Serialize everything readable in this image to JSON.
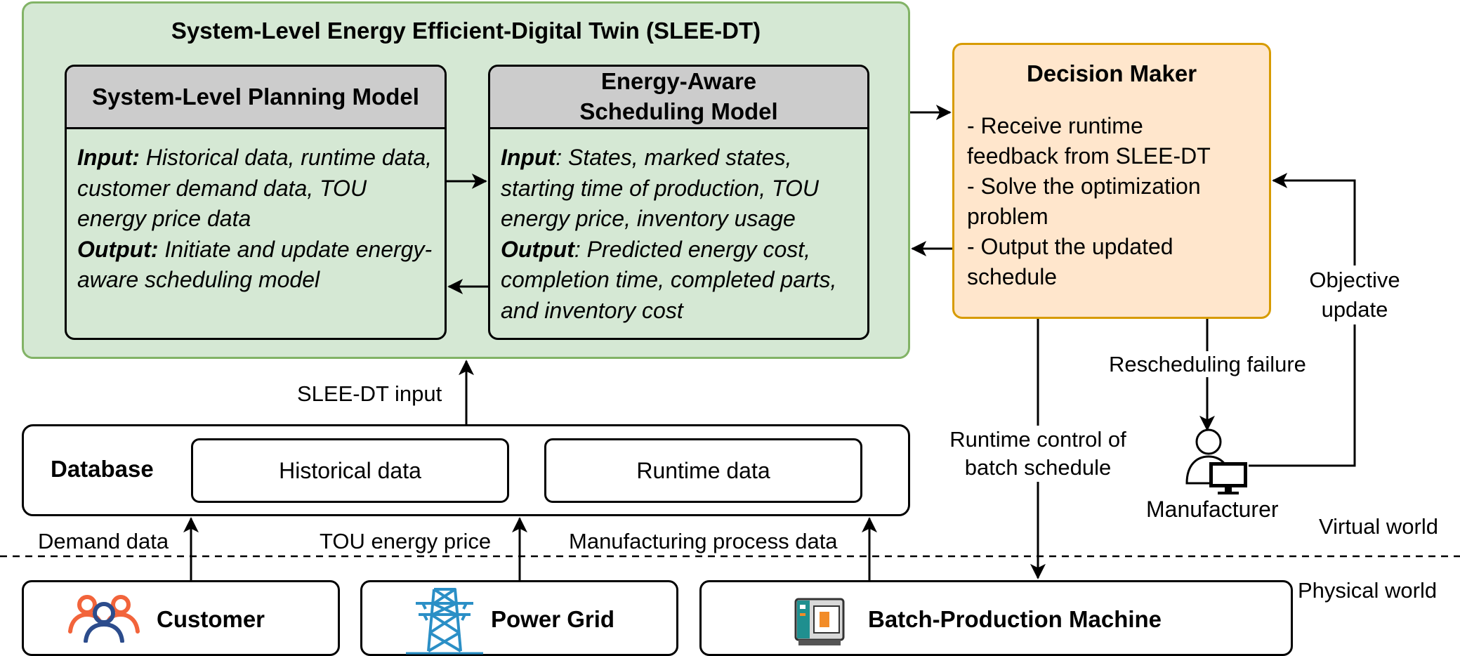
{
  "sleedt": {
    "title": "System-Level Energy Efficient-Digital Twin (SLEE-DT)",
    "planning": {
      "title": "System-Level Planning Model",
      "input_label": "Input:",
      "input_text": " Historical data, runtime data, customer demand data, TOU energy price data",
      "output_label": "Output:",
      "output_text": " Initiate and update energy-aware scheduling model"
    },
    "scheduling": {
      "title_line1": "Energy-Aware",
      "title_line2": "Scheduling Model",
      "input_label": "Input",
      "input_text": ": States, marked states, starting time of production, TOU energy price, inventory usage",
      "output_label": "Output",
      "output_text": ": Predicted energy cost, completion time, completed parts, and inventory cost"
    }
  },
  "decision_maker": {
    "title": "Decision Maker",
    "lines": [
      "- Receive runtime",
      "feedback from SLEE-DT",
      "- Solve the optimization",
      "problem",
      "- Output the updated",
      "schedule"
    ]
  },
  "database": {
    "label": "Database",
    "historical": "Historical data",
    "runtime": "Runtime data"
  },
  "labels": {
    "slee_dt_input": "SLEE-DT input",
    "demand_data": "Demand data",
    "tou_energy_price": "TOU energy price",
    "manufacturing_process_data": "Manufacturing process data",
    "runtime_control_1": "Runtime control of",
    "runtime_control_2": "batch schedule",
    "rescheduling_failure": "Rescheduling failure",
    "objective_update_1": "Objective",
    "objective_update_2": "update",
    "manufacturer": "Manufacturer",
    "virtual_world": "Virtual world",
    "physical_world": "Physical world"
  },
  "physical": {
    "customer": "Customer",
    "power_grid": "Power Grid",
    "machine": "Batch-Production Machine"
  },
  "icons": {
    "customer": "users-icon",
    "power_grid": "transmission-tower-icon",
    "machine": "machine-icon",
    "manufacturer": "user-computer-icon"
  },
  "colors": {
    "twin_fill": "#d5e8d4",
    "twin_border": "#82b366",
    "decision_fill": "#ffe6cc",
    "decision_border": "#d79b00",
    "header_fill": "#cccccc"
  }
}
